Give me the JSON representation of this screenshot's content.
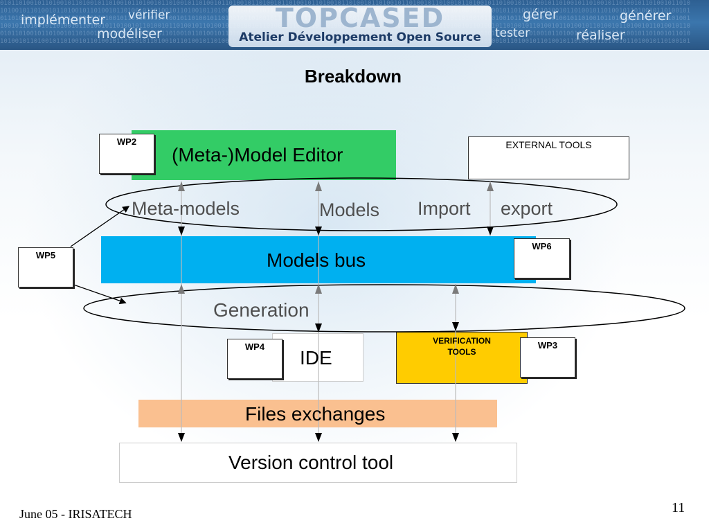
{
  "banner": {
    "brand": "TOPCASED",
    "subtitle": "Atelier Développement Open Source",
    "left_words": [
      "implémenter",
      "vérifier",
      "modéliser"
    ],
    "right_words": [
      "gérer",
      "générer",
      "tester",
      "réaliser"
    ]
  },
  "slide": {
    "title": "Breakdown",
    "footer": "June 05 - IRISATECH",
    "page_number": "11"
  },
  "diagram": {
    "model_editor": "(Meta-)Model Editor",
    "external_tools": "EXTERNAL TOOLS",
    "upper_ellipse": {
      "meta_models": "Meta-models",
      "models": "Models",
      "import": "Import",
      "export": "export"
    },
    "models_bus": "Models bus",
    "generation": "Generation",
    "ide": "IDE",
    "verification_tools": "VERIFICATION TOOLS",
    "files_exchanges": "Files exchanges",
    "version_control": "Version control tool",
    "wp_labels": {
      "wp2": "WP2",
      "wp3": "WP3",
      "wp4": "WP4",
      "wp5": "WP5",
      "wp6": "WP6"
    }
  },
  "colors": {
    "model_editor": "#33cc66",
    "models_bus": "#00b0f0",
    "verification_tools": "#ffcc00",
    "files_exchanges": "#fac090"
  }
}
